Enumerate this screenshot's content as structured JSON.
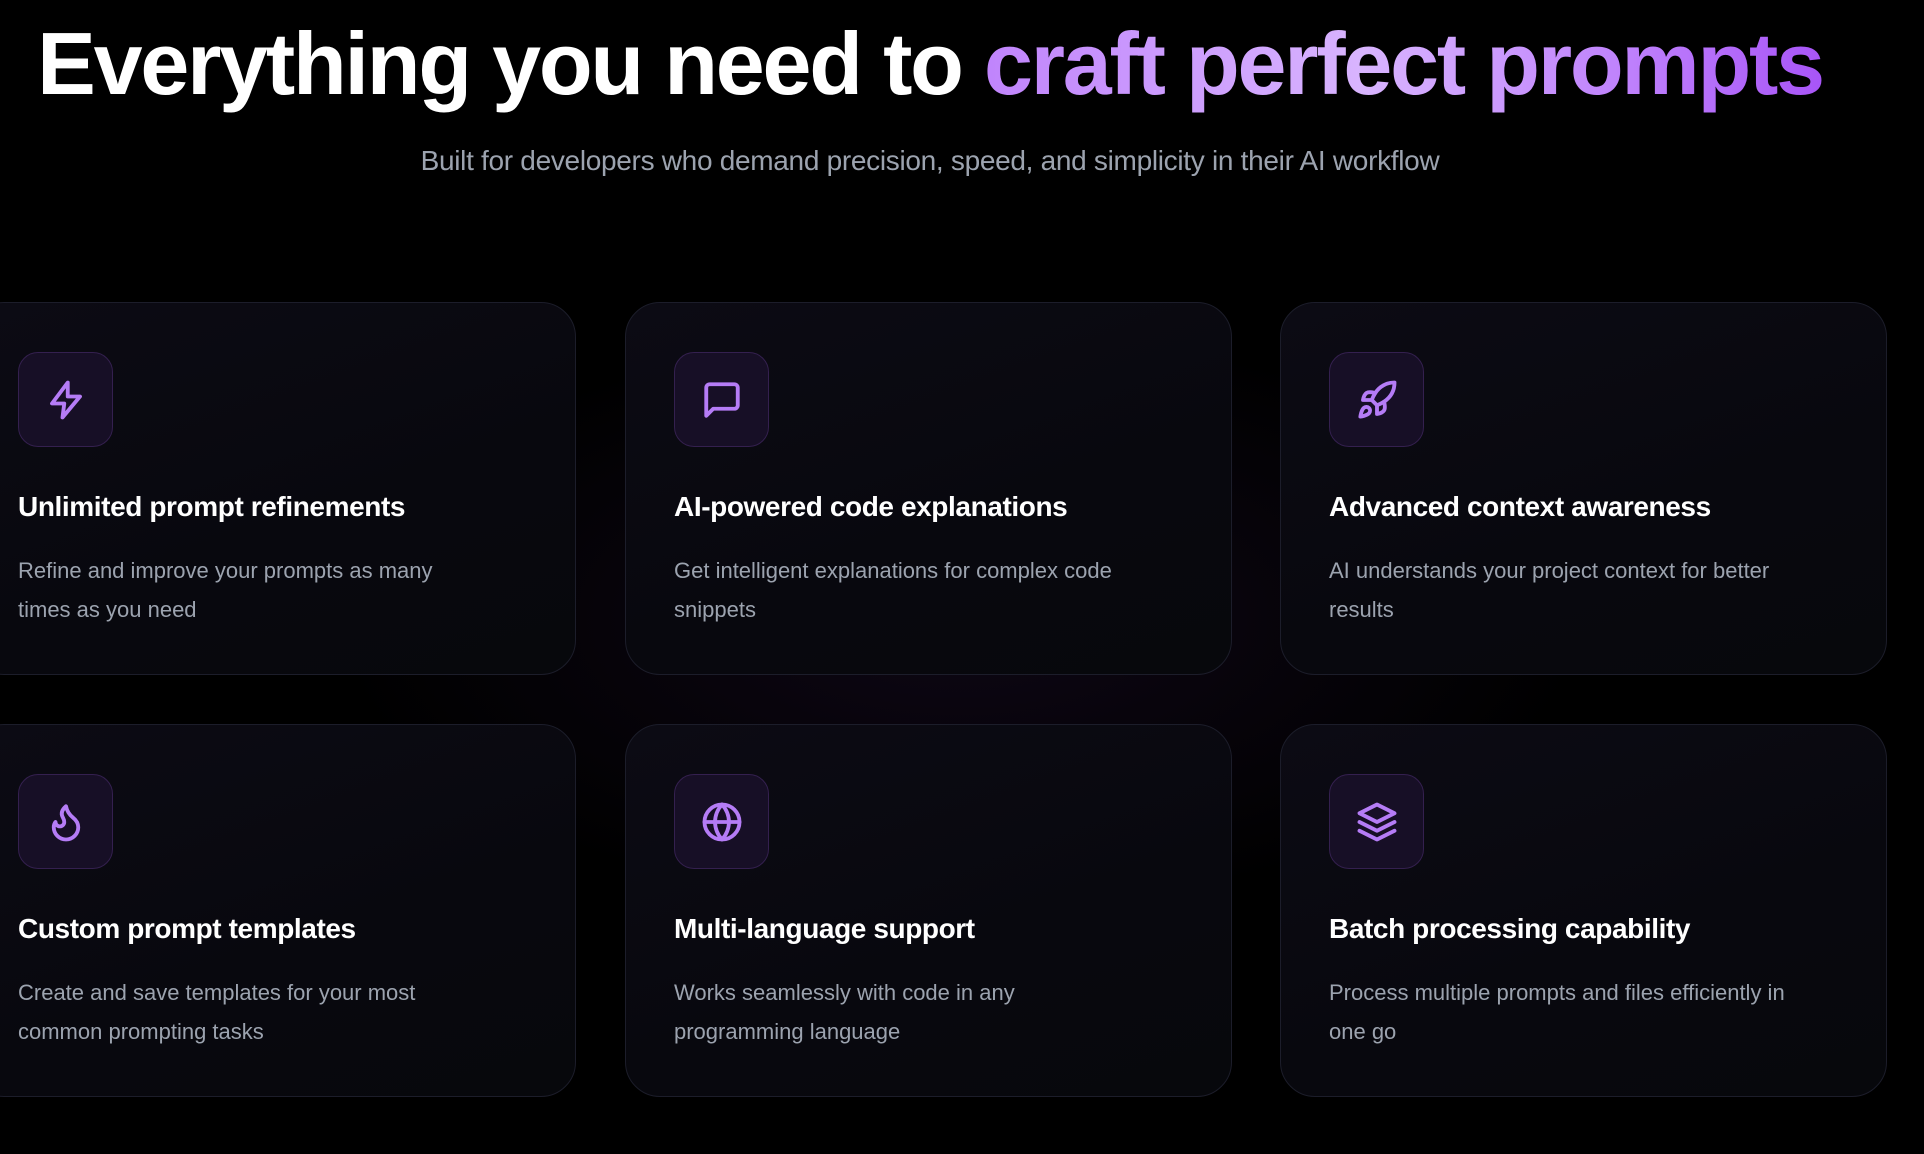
{
  "hero": {
    "title_prefix": "Everything you need to ",
    "title_accent": "craft perfect prompts",
    "subtitle": "Built for developers who demand precision, speed, and simplicity in their AI workflow"
  },
  "colors": {
    "background": "#000000",
    "accent_start": "#c084fc",
    "accent_mid": "#d8b4fe",
    "accent_end": "#a855f7",
    "icon_stroke": "#b57cf6",
    "icon_bg": "#170f26",
    "card_border": "#1c1d2a",
    "title_text": "#ffffff",
    "muted_text": "#9ca3af"
  },
  "features": [
    {
      "icon": "lightning-bolt-icon",
      "title": "Unlimited prompt refinements",
      "description": "Refine and improve your prompts as many times as you need"
    },
    {
      "icon": "message-square-icon",
      "title": "AI-powered code explanations",
      "description": "Get intelligent explanations for complex code snippets"
    },
    {
      "icon": "rocket-icon",
      "title": "Advanced context awareness",
      "description": "AI understands your project context for better results"
    },
    {
      "icon": "flame-icon",
      "title": "Custom prompt templates",
      "description": "Create and save templates for your most common prompting tasks"
    },
    {
      "icon": "globe-icon",
      "title": "Multi-language support",
      "description": "Works seamlessly with code in any programming language"
    },
    {
      "icon": "layers-icon",
      "title": "Batch processing capability",
      "description": "Process multiple prompts and files efficiently in one go"
    }
  ]
}
